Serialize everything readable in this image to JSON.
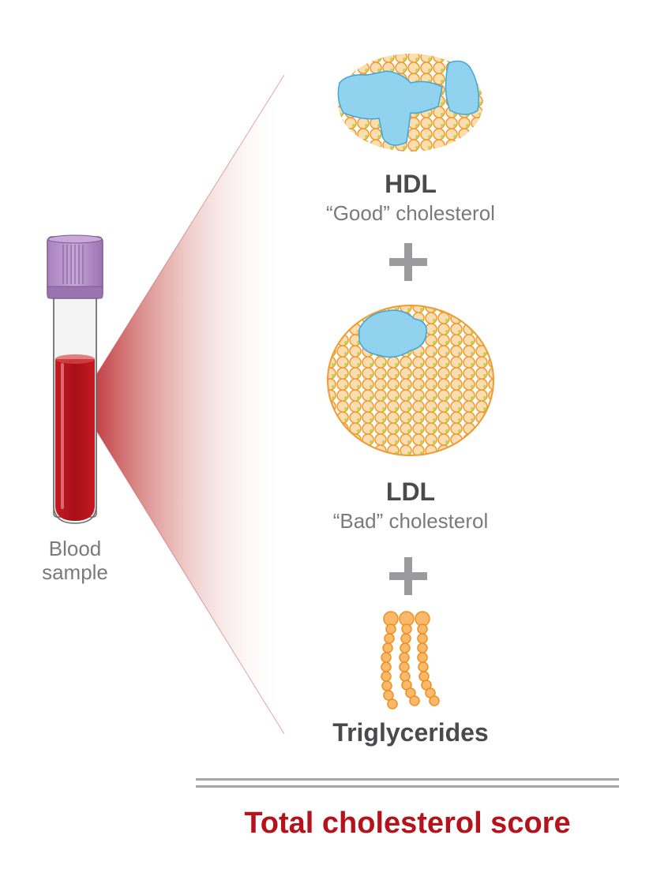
{
  "figure": {
    "sample_label_line1": "Blood",
    "sample_label_line2": "sample",
    "components": [
      {
        "name": "HDL",
        "description": "“Good” cholesterol",
        "icon": "hdl-particle-icon"
      },
      {
        "name": "LDL",
        "description": "“Bad” cholesterol",
        "icon": "ldl-particle-icon"
      },
      {
        "name": "Triglycerides",
        "description": "",
        "icon": "triglyceride-chains-icon"
      }
    ],
    "operator": "plus",
    "result_label": "Total cholesterol score"
  },
  "colors": {
    "blood_red": "#b5121b",
    "cap_purple": "#b48cc8",
    "lipid_orange": "#f5a623",
    "protein_blue": "#8fd3ef",
    "text_dark": "#4a4a4c",
    "text_gray": "#7a7a7c",
    "plus_gray": "#9b9b9d",
    "result_red": "#b5121b"
  }
}
